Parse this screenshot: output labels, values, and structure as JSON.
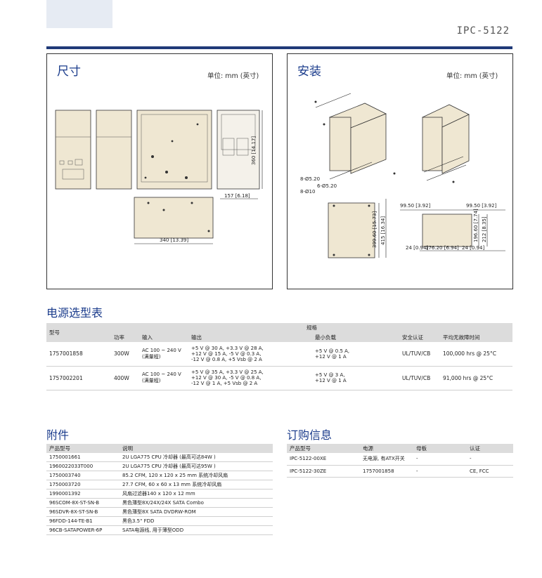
{
  "header": {
    "model": "IPC-5122"
  },
  "dimensions": {
    "title": "尺寸",
    "unit": "单位: mm (英寸)",
    "labels": [
      "360 [14.17]",
      "157 [6.18]",
      "340 [13.39]"
    ]
  },
  "installation": {
    "title": "安装",
    "unit": "单位: mm (英寸)",
    "labels": [
      "8-Ø5.20",
      "6-Ø5.20",
      "8-Ø10",
      "399.60 [15.73]",
      "415 [16.34]",
      "99.50 [3.92]",
      "99.50 [3.92]",
      "196.60 [7.74]",
      "212 [8.35]",
      "24 [0.94]",
      "176.20 [6.94]",
      "24 [0.94]"
    ]
  },
  "power": {
    "title": "电源选型表",
    "headers": {
      "model": "型号",
      "spec": "规格",
      "power": "功率",
      "input": "输入",
      "output": "输出",
      "min_load": "最小负载",
      "safety": "安全认证",
      "mtbf": "平均无故障时间"
    },
    "rows": [
      {
        "model": "1757001858",
        "power": "300W",
        "input": [
          "AC 100 ~ 240 V",
          "(满量程)"
        ],
        "output": [
          "+5 V @ 30 A, +3.3 V @ 28 A,",
          "+12 V @ 15 A, -5 V @ 0.3 A,",
          "-12 V @ 0.8 A, +5 Vsb @ 2 A"
        ],
        "min_load": [
          "+5 V @ 0.5 A,",
          "+12 V @ 1 A"
        ],
        "safety": "UL/TUV/CB",
        "mtbf": "100,000 hrs @ 25°C"
      },
      {
        "model": "1757002201",
        "power": "400W",
        "input": [
          "AC 100 ~ 240 V",
          "(满量程)"
        ],
        "output": [
          "+5 V @ 35 A, +3.3 V @ 25 A,",
          "+12 V @ 30 A, -5 V @ 0.8 A,",
          "-12 V @ 1 A, +5 Vsb @ 2 A"
        ],
        "min_load": [
          "+5 V @ 3 A,",
          "+12 V @ 1 A"
        ],
        "safety": "UL/TUV/CB",
        "mtbf": "91,000 hrs @ 25°C"
      }
    ]
  },
  "accessories": {
    "title": "附件",
    "headers": [
      "产品型号",
      "说明"
    ],
    "rows": [
      [
        "1750001661",
        "2U LGA775 CPU 冷却器 (最高可达84W )"
      ],
      [
        "1960022033T000",
        "2U LGA775 CPU 冷却器 (最高可达95W )"
      ],
      [
        "1750003740",
        "85.2 CFM, 120 x 120 x 25 mm 系统冷却风扇"
      ],
      [
        "1750003720",
        "27.7 CFM, 60 x 60 x 13 mm 系统冷却风扇"
      ],
      [
        "1990001392",
        "风扇过滤器140 x 120 x 12 mm"
      ],
      [
        "96SCOM-8X-ST-SN-B",
        "黑色薄型8X/24X/24X SATA Combo"
      ],
      [
        "96SDVR-8X-ST-SN-B",
        "黑色薄型8X SATA DVDRW-ROM"
      ],
      [
        "96FDD-144-TE-B1",
        "黑色3.5\" FDD"
      ],
      [
        "96CB-SATAPOWER-6P",
        "SATA电源线, 用于薄型ODD"
      ]
    ]
  },
  "ordering": {
    "title": "订购信息",
    "headers": [
      "产品型号",
      "电源",
      "母板",
      "认证"
    ],
    "rows": [
      [
        "IPC-5122-00XE",
        "无电源, 有ATX开关",
        "-",
        "-"
      ],
      [
        "IPC-5122-30ZE",
        "1757001858",
        "-",
        "CE, FCC"
      ]
    ]
  }
}
